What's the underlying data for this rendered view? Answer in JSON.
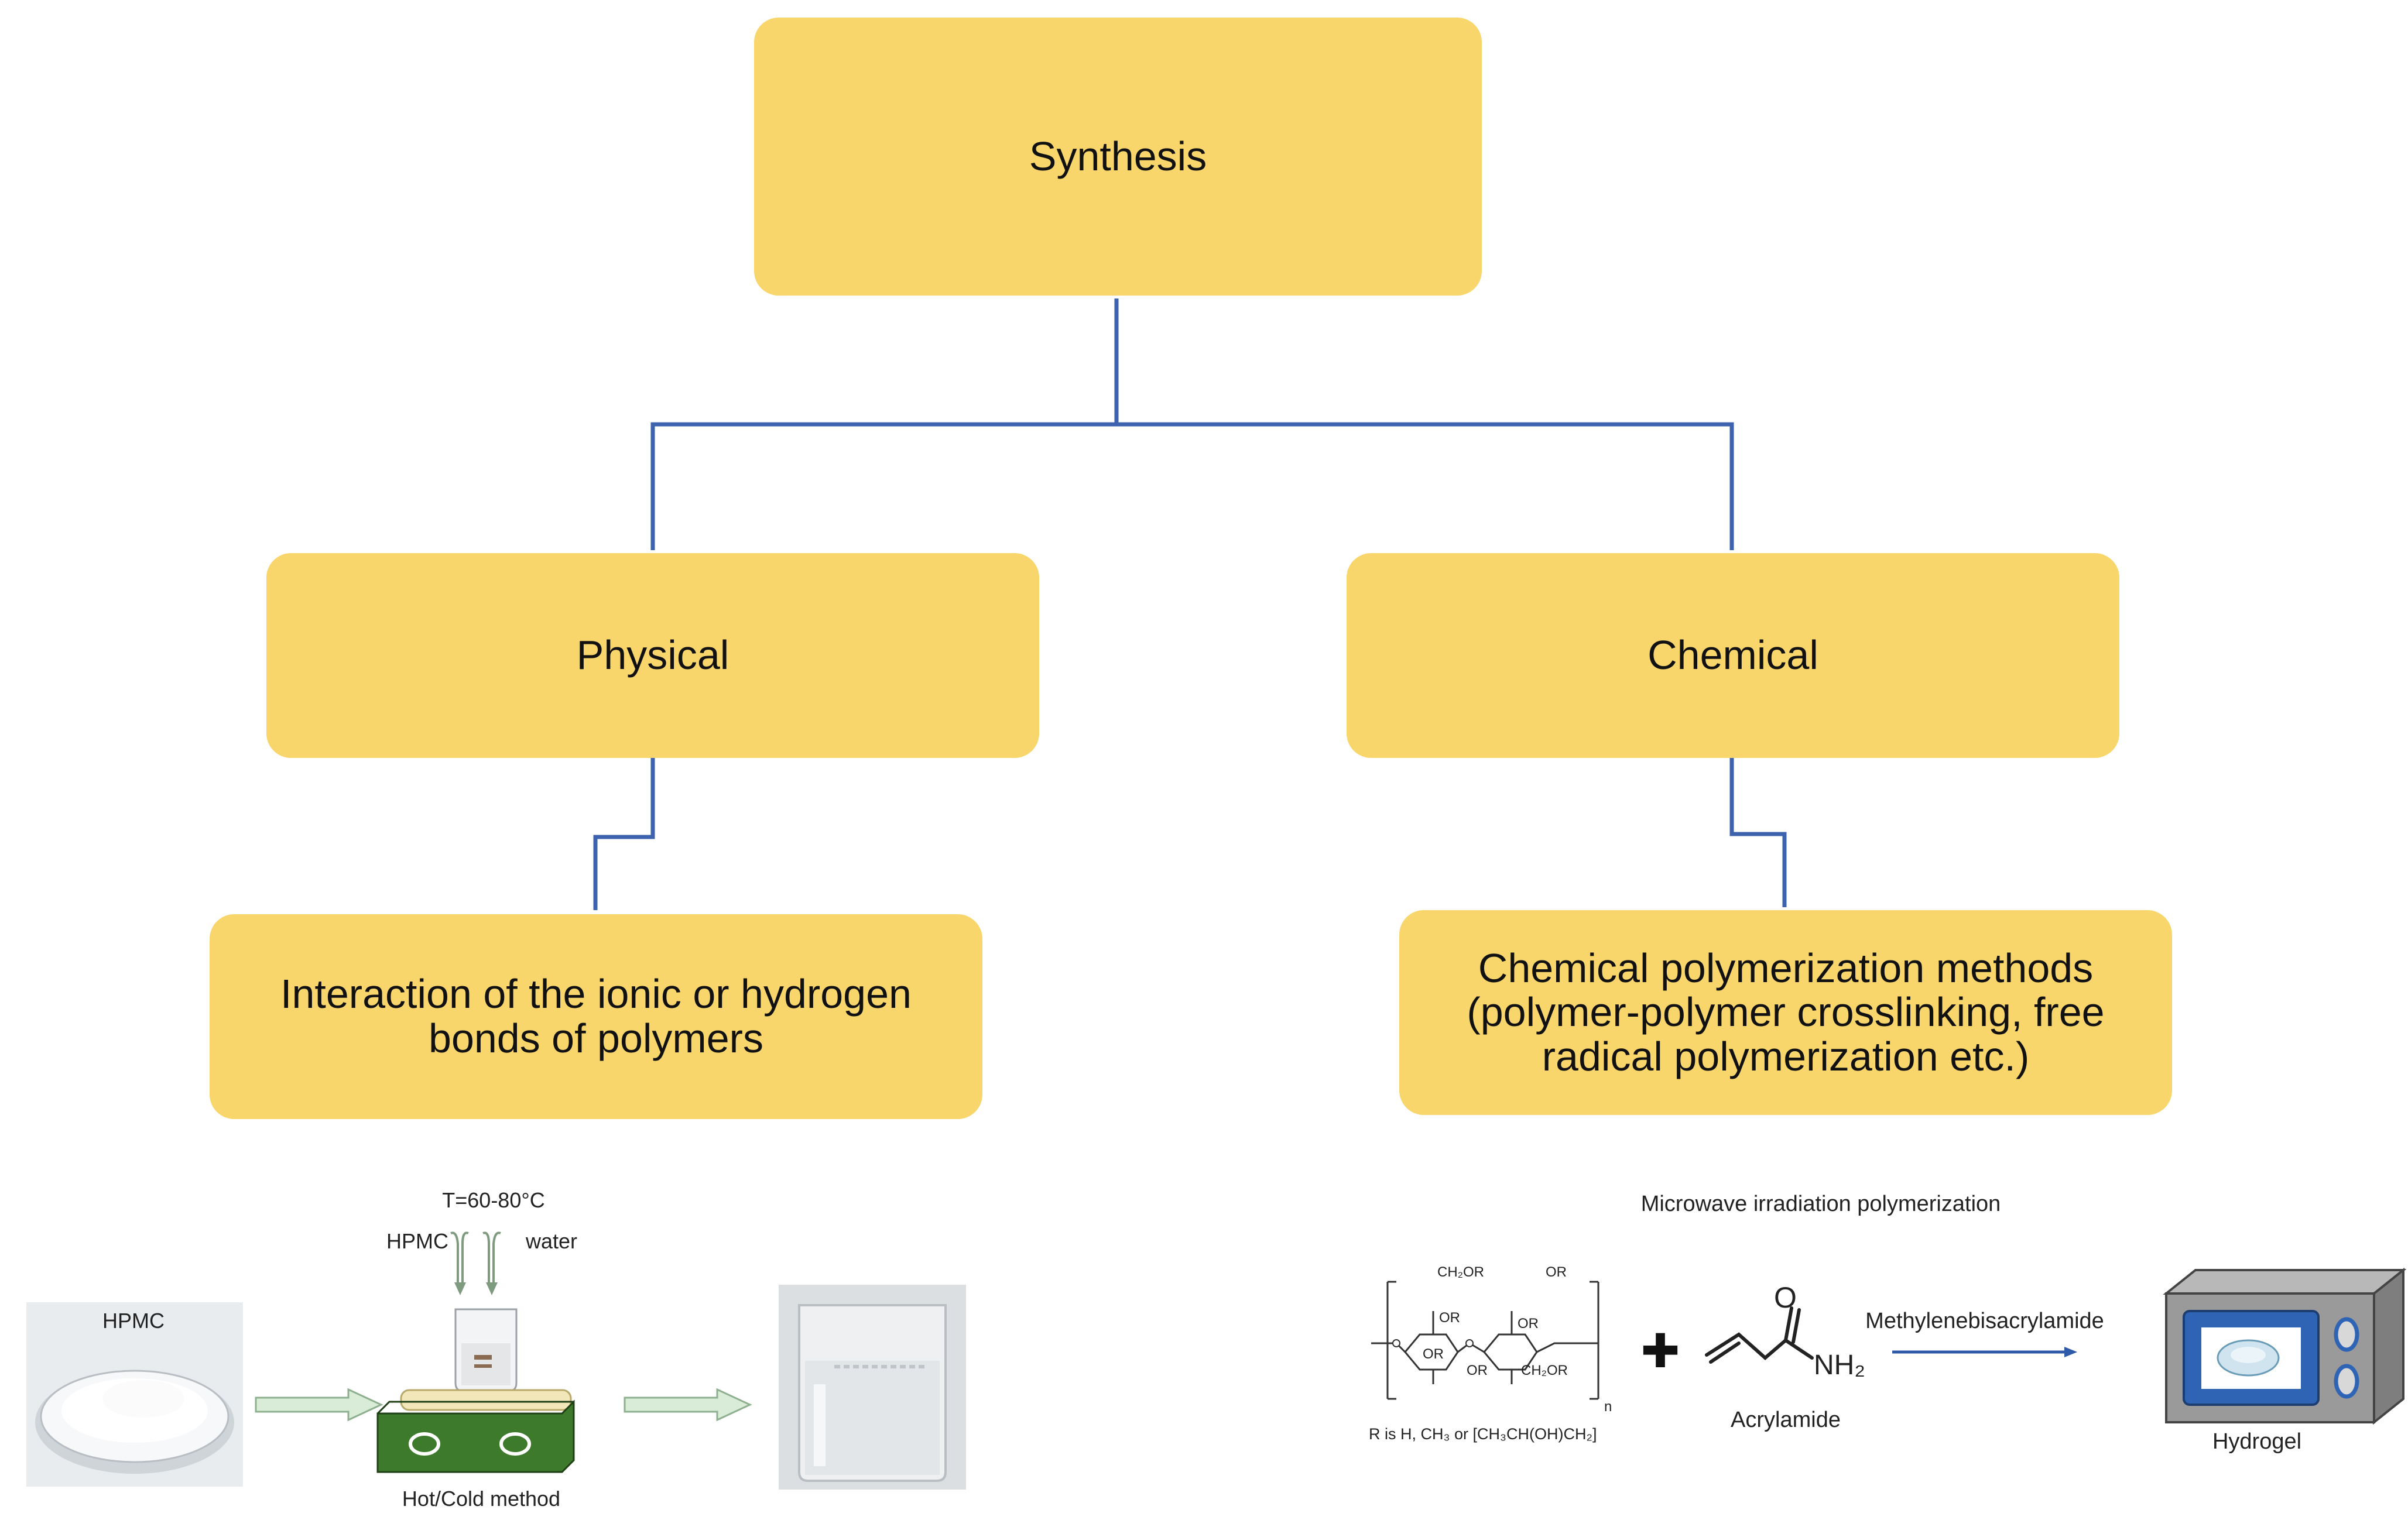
{
  "colors": {
    "box_fill": "#F8D66C",
    "connector": "#3D63AE",
    "arrow_fill": "#D8ECD8",
    "arrow_stroke": "#8FB08F",
    "stirrer": "#3E7A2C",
    "oven": "#9A9A9A",
    "oven_window": "#2F64B5"
  },
  "diagram": {
    "root": {
      "label": "Synthesis"
    },
    "physical": {
      "label": "Physical",
      "detail": [
        "Interaction of the ionic or hydrogen",
        "bonds of polymers"
      ]
    },
    "chemical": {
      "label": "Chemical",
      "detail": [
        "Chemical polymerization methods",
        "(polymer-polymer crosslinking, free",
        "radical polymerization etc.)"
      ]
    }
  },
  "physical_illustration": {
    "temperature": "T=60-80°C",
    "input_hpmc": "HPMC",
    "input_water": "water",
    "powder_label": "HPMC",
    "method_label": "Hot/Cold method",
    "icons": [
      "hpmc-powder-dish-icon",
      "flow-arrow-icon",
      "beaker-icon",
      "hot-plate-stirrer-icon",
      "gel-beaker-icon"
    ]
  },
  "chemical_illustration": {
    "title": "Microwave irradiation polymerization",
    "cellulose_groups": [
      "CH₂OR",
      "OR",
      "OR",
      "OR",
      "OR",
      "OR",
      "CH₂OR"
    ],
    "cellulose_note": "R is H, CH₃ or [CH₃CH(OH)CH₂]",
    "repeat_index": "n",
    "plus_symbol": "✚",
    "acrylamide_o": "O",
    "acrylamide_nh2": "NH₂",
    "acrylamide_label": "Acrylamide",
    "crosslinker_label": "Methylenebisacrylamide",
    "product_label": "Hydrogel",
    "icons": [
      "cellulose-structure-icon",
      "reaction-arrow-icon",
      "microwave-oven-icon"
    ]
  }
}
